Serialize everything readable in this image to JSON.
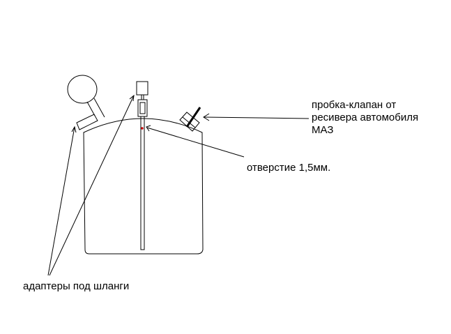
{
  "labels": {
    "valve_line1": "пробка-клапан от",
    "valve_line2": "ресивера автомобиля",
    "valve_line3": "МАЗ",
    "hole": "отверстие 1,5мм.",
    "adapters": "адаптеры под шланги"
  },
  "colors": {
    "stroke": "#000000",
    "background": "#ffffff",
    "hole_marker": "#cc0000"
  }
}
